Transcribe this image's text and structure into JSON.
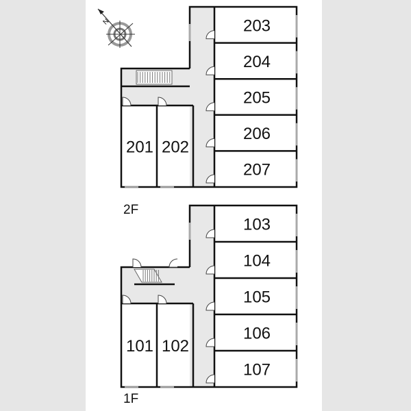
{
  "compass": {
    "north_label": "N"
  },
  "floors": [
    {
      "label": "2F",
      "corridor_rooms": [
        "203",
        "204",
        "205",
        "206",
        "207"
      ],
      "wing_rooms": [
        "201",
        "202"
      ]
    },
    {
      "label": "1F",
      "corridor_rooms": [
        "103",
        "104",
        "105",
        "106",
        "107"
      ],
      "wing_rooms": [
        "101",
        "102"
      ]
    }
  ],
  "colors": {
    "wall": "#111111",
    "common_area": "#e8e8e8",
    "background": "#e6e6e6"
  }
}
